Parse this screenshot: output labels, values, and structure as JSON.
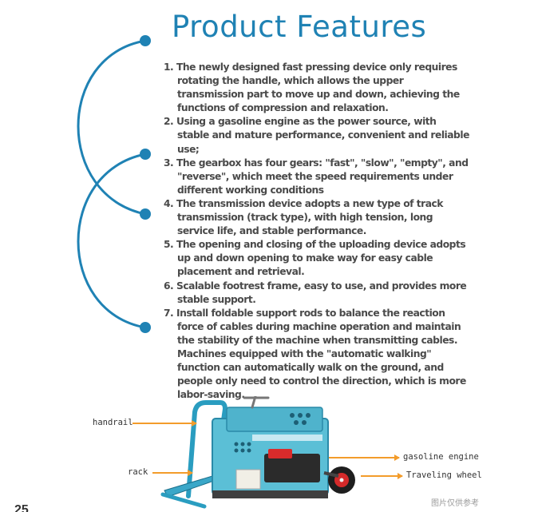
{
  "page": {
    "title": "Product Features",
    "features": [
      "1. The newly designed fast pressing device only requires rotating the handle, which allows the upper transmission part to move up and down, achieving the functions of compression and relaxation.",
      "2. Using a gasoline engine as the power source, with stable and mature performance, convenient and reliable use;",
      "3. The gearbox has four gears: \"fast\", \"slow\", \"empty\", and \"reverse\", which meet the speed requirements under different working conditions",
      "4. The transmission device adopts a new type of track transmission (track type), with high tension, long service life, and stable performance.",
      "5. The opening and closing of the uploading device adopts up and down opening to make way for easy cable placement and retrieval.",
      "6. Scalable footrest frame, easy to use, and provides more stable support.",
      "7. Install foldable support rods to balance the reaction force of cables during machine operation and maintain the stability of the machine when transmitting cables. Machines equipped with the \"automatic walking\" function can automatically walk on the ground, and people only need to control the direction, which is more labor-saving."
    ],
    "callouts": {
      "handrail": "handrail",
      "rack": "rack",
      "gasoline_engine": "gasoline engine",
      "traveling_wheel": "Traveling wheel"
    },
    "page_number": "25",
    "disclaimer": "图片仅供参考"
  },
  "colors": {
    "title_blue": "#1f82b4",
    "leader_orange": "#f39c2b",
    "machine_body": "#5bbfd6"
  }
}
